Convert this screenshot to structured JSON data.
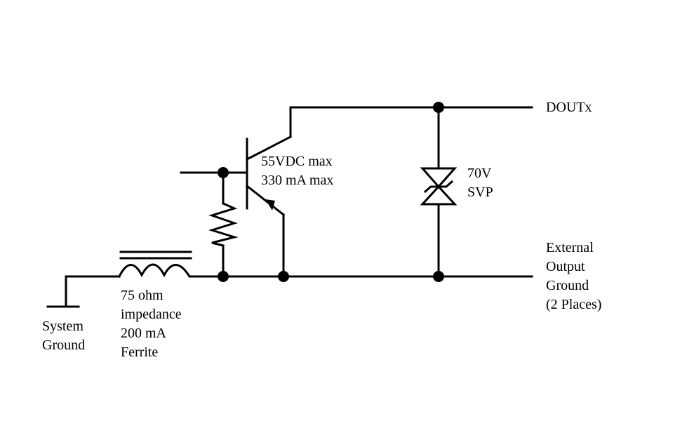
{
  "labels": {
    "output": "DOUTx",
    "transistor_rating": [
      "55VDC max",
      "330 mA max"
    ],
    "suppressor": [
      "70V",
      "SVP"
    ],
    "external_ground": [
      "External",
      "Output",
      "Ground",
      "(2 Places)"
    ],
    "system_ground": [
      "System",
      "Ground"
    ],
    "ferrite": [
      "75 ohm",
      "impedance",
      "200 mA",
      "Ferrite"
    ]
  },
  "colors": {
    "line": "#000000",
    "background": "#ffffff"
  },
  "symbols": [
    "npn-transistor",
    "resistor",
    "bidirectional-tvs-diode",
    "ferrite-bead-inductor",
    "ground-symbol"
  ]
}
